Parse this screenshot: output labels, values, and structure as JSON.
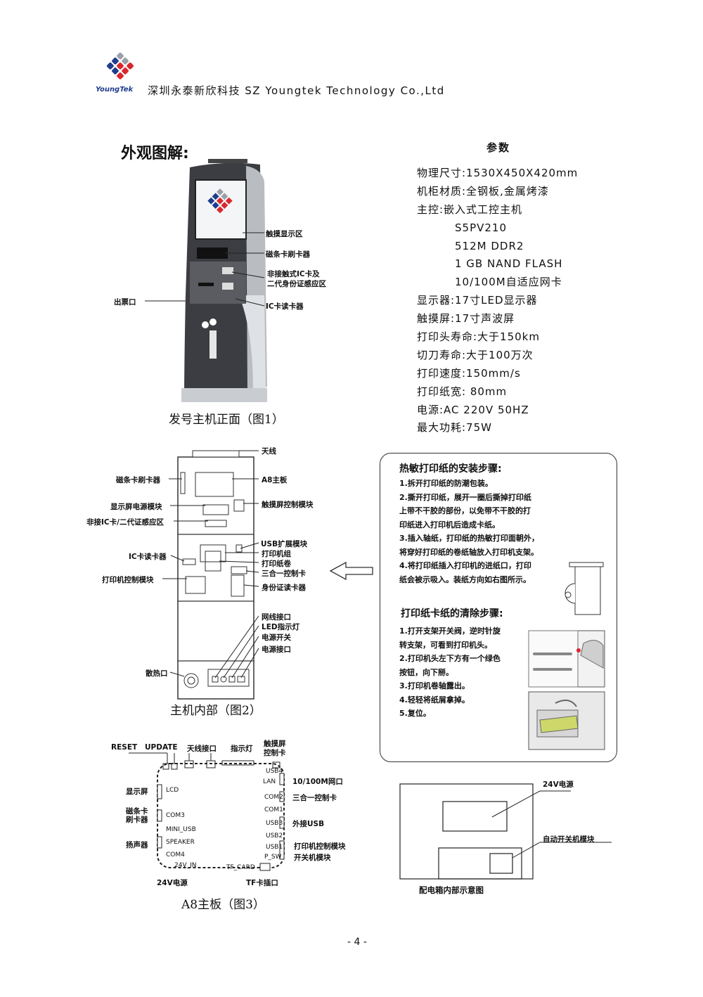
{
  "header": {
    "logo_text": "YoungTek",
    "company": "深圳永泰新欣科技  SZ Youngtek Technology Co.,Ltd"
  },
  "appearance": {
    "title": "外观图解:",
    "caption": "发号主机正面（图1）",
    "callouts": [
      "触摸显示区",
      "磁条卡刷卡器",
      "非接触式IC卡及",
      "二代身份证感应区",
      "IC卡读卡器",
      "出票口"
    ]
  },
  "params": {
    "title": "参数",
    "lines": [
      "物理尺寸:1530X450X420mm",
      "机柜材质:全钢板,金属烤漆",
      "主控:嵌入式工控主机",
      "S5PV210",
      "512M DDR2",
      "1 GB NAND FLASH",
      "10/100M自适应网卡",
      "显示器:17寸LED显示器",
      "触摸屏:17寸声波屏",
      "打印头寿命:大于150km",
      "切刀寿命:大于100万次",
      "打印速度:150mm/s",
      "打印纸宽: 80mm",
      "电源:AC 220V  50HZ",
      "最大功耗:75W"
    ]
  },
  "interior": {
    "caption": "主机内部（图2）",
    "left_labels": [
      "磁条卡刷卡器",
      "显示屏电源模块",
      "非接IC卡/二代证感应区",
      "IC卡读卡器",
      "打印机控制模块",
      "散热口"
    ],
    "right_labels": [
      "天线",
      "A8主板",
      "触摸屏控制模块",
      "USB扩展模块",
      "打印机组",
      "打印纸卷",
      "三合一控制卡",
      "身份证读卡器",
      "网线接口",
      "LED指示灯",
      "电源开关",
      "电源接口"
    ]
  },
  "board": {
    "caption": "A8主板（图3）",
    "top_labels": [
      "RESET",
      "UPDATE",
      "天线接口",
      "指示灯",
      "触摸屏",
      "控制卡"
    ],
    "left_labels": [
      "显示屏",
      "磁条卡",
      "刷卡器",
      "扬声器",
      "24V电源"
    ],
    "inner_left": [
      "LCD",
      "COM3",
      "MINI_USB",
      "SPEAKER",
      "COM4",
      "24V_IN"
    ],
    "inner_right": [
      "USB4",
      "LAN",
      "COM2",
      "COM1",
      "USB3",
      "USB2",
      "USB1",
      "P_SW",
      "TF_CARD"
    ],
    "right_labels": [
      "10/100M网口",
      "三合一控制卡",
      "外接USB",
      "打印机控制模块",
      "开关机模块",
      "TF卡插口"
    ]
  },
  "install": {
    "title": "热敏打印纸的安装步骤:",
    "steps": [
      "1.拆开打印纸的防潮包装。",
      "2.撕开打印纸，展开一圈后撕掉打印纸",
      "上带不干胶的部份，以免带不干胶的打",
      "印纸进入打印机后造成卡纸。",
      "3.插入轴纸，打印纸的热敏打印面朝外，",
      "将穿好打印纸的卷纸轴放入打印机支架。",
      "4.将打印纸插入打印机的进纸口，打印",
      "纸会被示吸入。装纸方向如右图所示。"
    ]
  },
  "jam": {
    "title": "打印纸卡纸的清除步骤:",
    "steps": [
      "1.打开支架开关阀，逆时针旋",
      "转支架，可看到打印机头。",
      "2.打印机头左下方有一个绿色",
      "按钮，向下掰。",
      "3.打印机卷轴露出。",
      "4.轻轻将纸屑拿掉。",
      "5.复位。"
    ]
  },
  "power_box": {
    "labels": [
      "24V电源",
      "自动开关机模块"
    ],
    "caption": "配电箱内部示意图"
  },
  "footer": {
    "page": "- 4 -"
  },
  "colors": {
    "logo_red": "#d9272e",
    "logo_blue": "#1f3c8c",
    "logo_gray": "#9aa0a8"
  }
}
